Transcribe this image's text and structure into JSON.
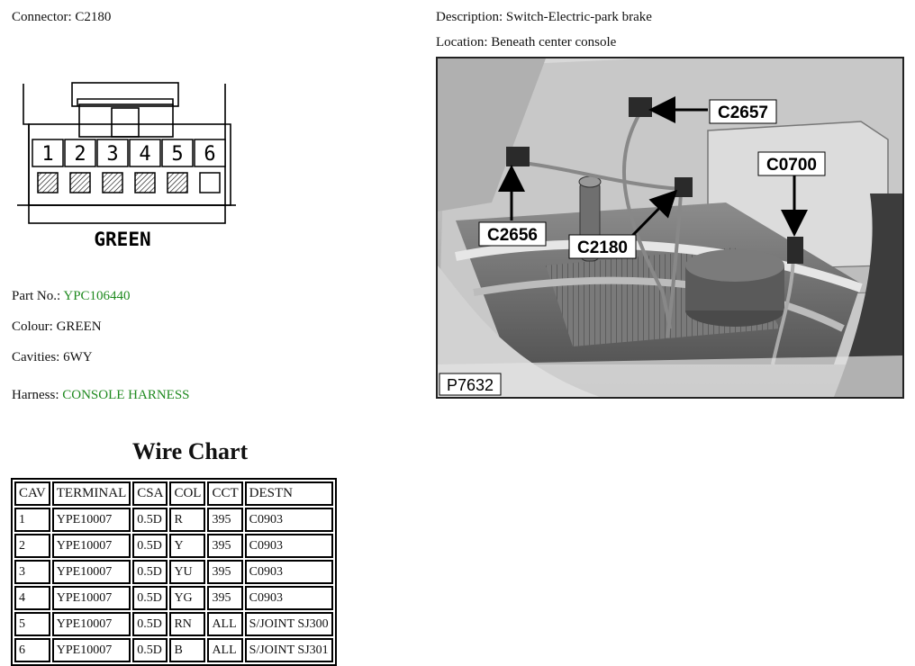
{
  "header": {
    "connector_label": "Connector:",
    "connector_value": "C2180",
    "description_label": "Description:",
    "description_value": "Switch-Electric-park brake",
    "location_label": "Location:",
    "location_value": "Beneath center console"
  },
  "diagram": {
    "pins": [
      "1",
      "2",
      "3",
      "4",
      "5",
      "6"
    ],
    "colour_label": "GREEN"
  },
  "details": {
    "part_no_label": "Part No.:",
    "part_no_value": "YPC106440",
    "colour_label": "Colour:",
    "colour_value": "GREEN",
    "cavities_label": "Cavities:",
    "cavities_value": "6WY",
    "harness_label": "Harness:",
    "harness_value": "CONSOLE HARNESS"
  },
  "wire_chart": {
    "title": "Wire Chart",
    "columns": [
      "CAV",
      "TERMINAL",
      "CSA",
      "COL",
      "CCT",
      "DESTN"
    ],
    "rows": [
      [
        "1",
        "YPE10007",
        "0.5D",
        "R",
        "395",
        "C0903"
      ],
      [
        "2",
        "YPE10007",
        "0.5D",
        "Y",
        "395",
        "C0903"
      ],
      [
        "3",
        "YPE10007",
        "0.5D",
        "YU",
        "395",
        "C0903"
      ],
      [
        "4",
        "YPE10007",
        "0.5D",
        "YG",
        "395",
        "C0903"
      ],
      [
        "5",
        "YPE10007",
        "0.5D",
        "RN",
        "ALL",
        "S/JOINT SJ300"
      ],
      [
        "6",
        "YPE10007",
        "0.5D",
        "B",
        "ALL",
        "S/JOINT SJ301"
      ]
    ]
  },
  "photo": {
    "callouts": {
      "c2657": "C2657",
      "c0700": "C0700",
      "c2656": "C2656",
      "c2180": "C2180"
    },
    "figure_id": "P7632"
  },
  "colors": {
    "link_green": "#1f8a1f"
  }
}
